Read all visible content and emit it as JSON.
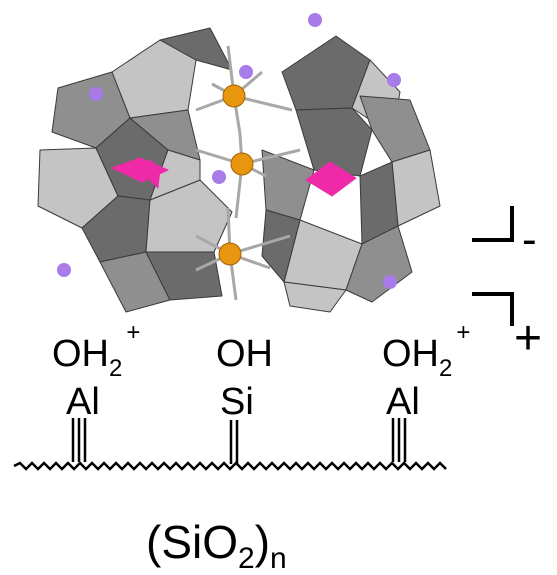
{
  "colors": {
    "polyhedron_dark": "#6b6b6b",
    "polyhedron_mid": "#8f8f8f",
    "polyhedron_light": "#c4c4c4",
    "polyhedron_edge": "#3a3a3a",
    "metal_atom": "#e8960f",
    "counter_ion": "#a77be8",
    "magenta_square": "#ee2aa8",
    "text": "#000000"
  },
  "charges": {
    "anion_sign": "-",
    "cation_sign": "+"
  },
  "surface": {
    "sites": [
      {
        "group": "OH",
        "sub": "2",
        "sup": "+",
        "atom": "Al"
      },
      {
        "group": "OH",
        "sub": "",
        "sup": "",
        "atom": "Si"
      },
      {
        "group": "OH",
        "sub": "2",
        "sup": "+",
        "atom": "Al"
      }
    ],
    "formula": {
      "prefix": "(SiO",
      "sub1": "2",
      "mid": ")",
      "sub2": "n"
    }
  }
}
